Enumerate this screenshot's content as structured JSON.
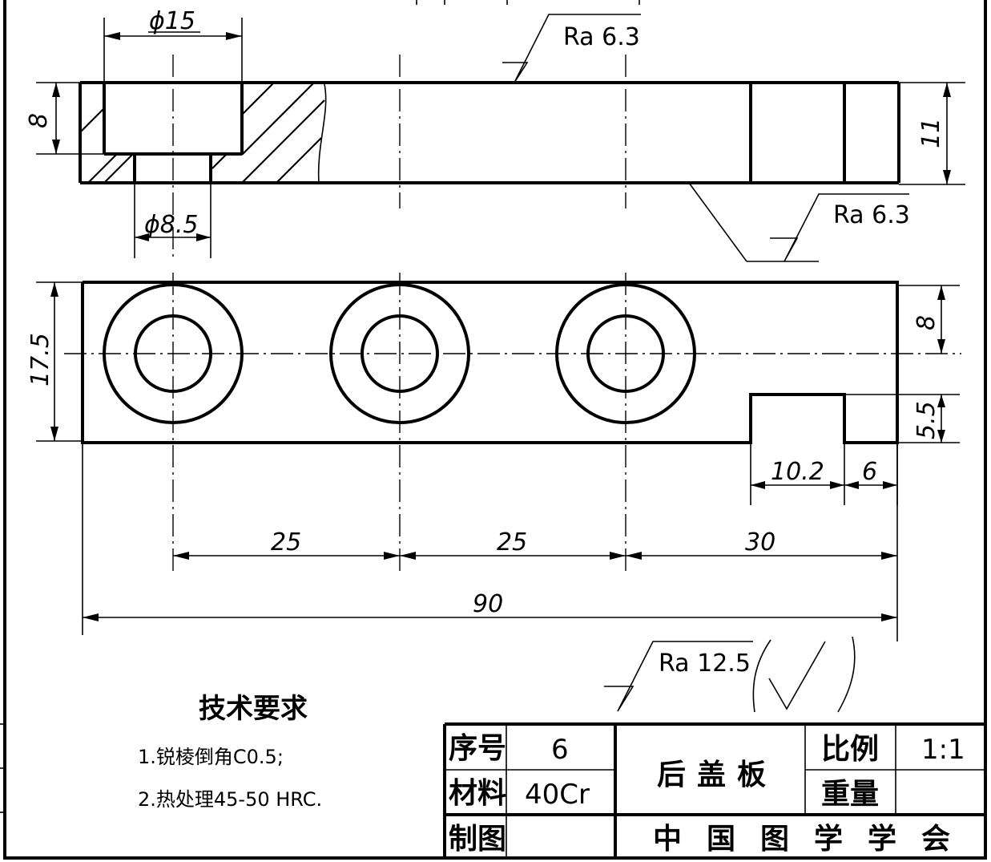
{
  "dimensions": {
    "dia_15": "ϕ15",
    "dia_8_5": "ϕ8.5",
    "depth_8": "8",
    "thick_11": "11",
    "width_17_5": "17.5",
    "offset_8": "8",
    "slot_5_5": "5.5",
    "slot_10_2": "10.2",
    "slot_6": "6",
    "pitch_25_a": "25",
    "pitch_25_b": "25",
    "dist_30": "30",
    "length_90": "90"
  },
  "roughness": {
    "top": "Ra 6.3",
    "bottom": "Ra 6.3",
    "general": "Ra 12.5"
  },
  "requirements": {
    "title": "技术要求",
    "items": [
      "1.锐棱倒角C0.5;",
      "2.热处理45-50 HRC."
    ]
  },
  "title_block": {
    "serial_label": "序号",
    "serial_value": "6",
    "material_label": "材料",
    "material_value": "40Cr",
    "drawer_label": "制图",
    "drawer_value": "",
    "part_name": "后盖板",
    "scale_label": "比例",
    "scale_value": "1:1",
    "weight_label": "重量",
    "weight_value": "",
    "organization": "中国图学学会"
  }
}
